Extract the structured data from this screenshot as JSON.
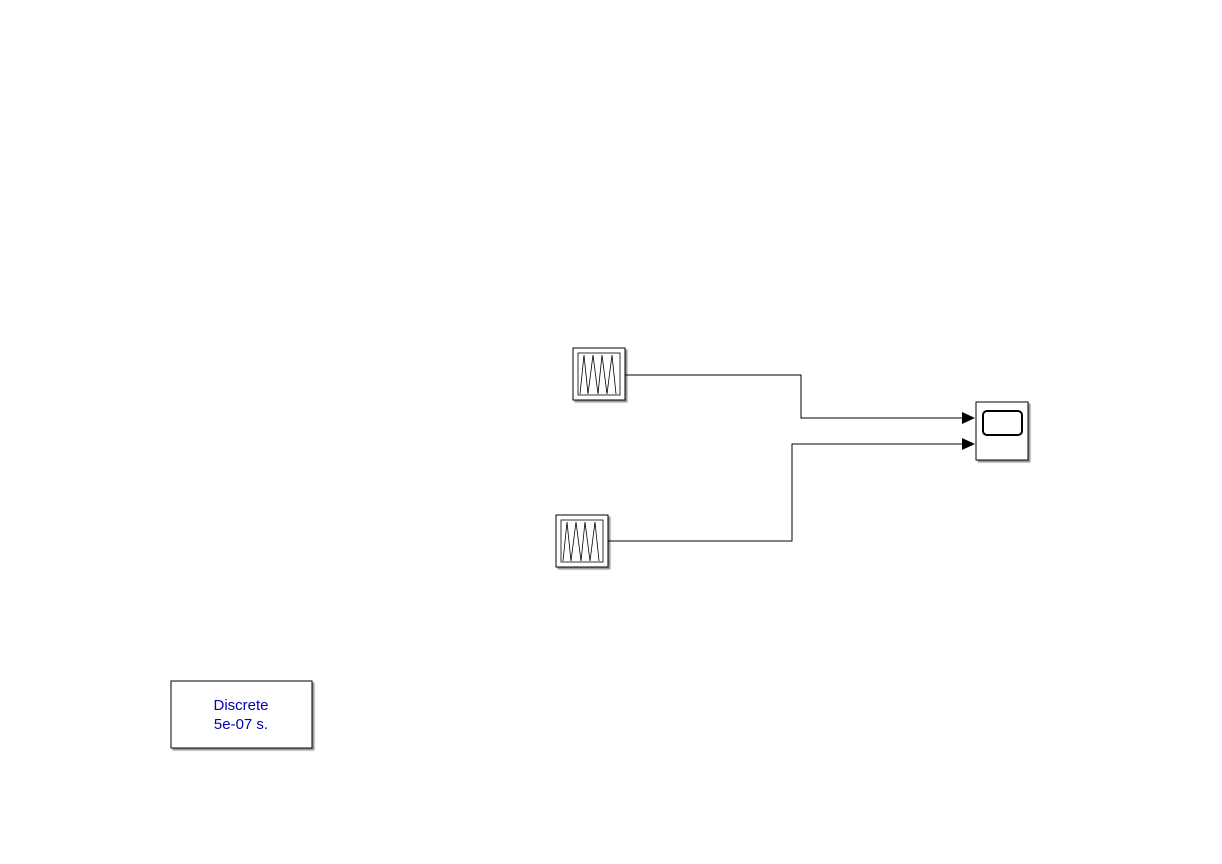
{
  "powergui": {
    "line1": "Discrete",
    "line2": "5e-07 s."
  },
  "blocks": [
    {
      "name": "repeating-sequence-1",
      "icon": "triangle-wave-icon"
    },
    {
      "name": "repeating-sequence-2",
      "icon": "triangle-wave-icon"
    },
    {
      "name": "scope",
      "icon": "scope-screen-icon"
    }
  ],
  "colors": {
    "block_border": "#000000",
    "block_fill": "#ffffff",
    "shadow": "#808080",
    "line": "#000000",
    "powergui_text": "#0000b4"
  }
}
